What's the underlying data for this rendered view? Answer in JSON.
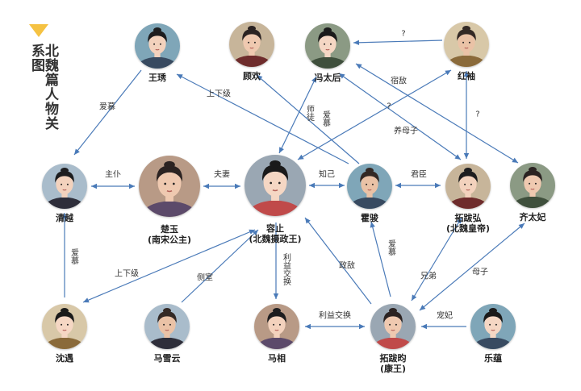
{
  "title": "北魏篇人物关系图",
  "colors": {
    "edge": "#4a7ab8",
    "title_marker": "#f5c242",
    "text": "#222222"
  },
  "nodes": [
    {
      "id": "wangxiu",
      "name": "王琇"
    },
    {
      "id": "guhuan",
      "name": "顾欢"
    },
    {
      "id": "fengtaihou",
      "name": "冯太后"
    },
    {
      "id": "hongxiu",
      "name": "红袖"
    },
    {
      "id": "qingyue",
      "name": "清越"
    },
    {
      "id": "chuyu",
      "name": "楚玉",
      "sub": "(南宋公主)"
    },
    {
      "id": "rongzhi",
      "name": "容止",
      "sub": "(北魏摄政王)"
    },
    {
      "id": "huowen",
      "name": "霍骏"
    },
    {
      "id": "tuobahong",
      "name": "拓跋弘",
      "sub": "(北魏皇帝)"
    },
    {
      "id": "qitaifei",
      "name": "齐太妃"
    },
    {
      "id": "shenyu",
      "name": "沈遇"
    },
    {
      "id": "maxueyun",
      "name": "马雪云"
    },
    {
      "id": "maxiang",
      "name": "马相"
    },
    {
      "id": "tuobajun",
      "name": "拓跋昀",
      "sub": "(康王)"
    },
    {
      "id": "leyun",
      "name": "乐蕴"
    }
  ],
  "edges": [
    {
      "id": "e1",
      "label": "爱慕"
    },
    {
      "id": "e2",
      "label": "上下级"
    },
    {
      "id": "e3",
      "label": "?"
    },
    {
      "id": "e4",
      "label": "宿敌"
    },
    {
      "id": "e5",
      "label": "师徒"
    },
    {
      "id": "e6",
      "label": "爱慕"
    },
    {
      "id": "e7",
      "label": "?"
    },
    {
      "id": "e8",
      "label": "养母子"
    },
    {
      "id": "e9",
      "label": "?"
    },
    {
      "id": "e10",
      "label": "主仆"
    },
    {
      "id": "e11",
      "label": "夫妻"
    },
    {
      "id": "e12",
      "label": "知己"
    },
    {
      "id": "e13",
      "label": "君臣"
    },
    {
      "id": "e14",
      "label": "爱慕"
    },
    {
      "id": "e15",
      "label": "上下级"
    },
    {
      "id": "e16",
      "label": "侧室"
    },
    {
      "id": "e17",
      "label": "利益交换"
    },
    {
      "id": "e18",
      "label": "政敌"
    },
    {
      "id": "e19",
      "label": "爱慕"
    },
    {
      "id": "e20",
      "label": "兄弟"
    },
    {
      "id": "e21",
      "label": "母子"
    },
    {
      "id": "e22",
      "label": "利益交换"
    },
    {
      "id": "e23",
      "label": "宠妃"
    }
  ]
}
